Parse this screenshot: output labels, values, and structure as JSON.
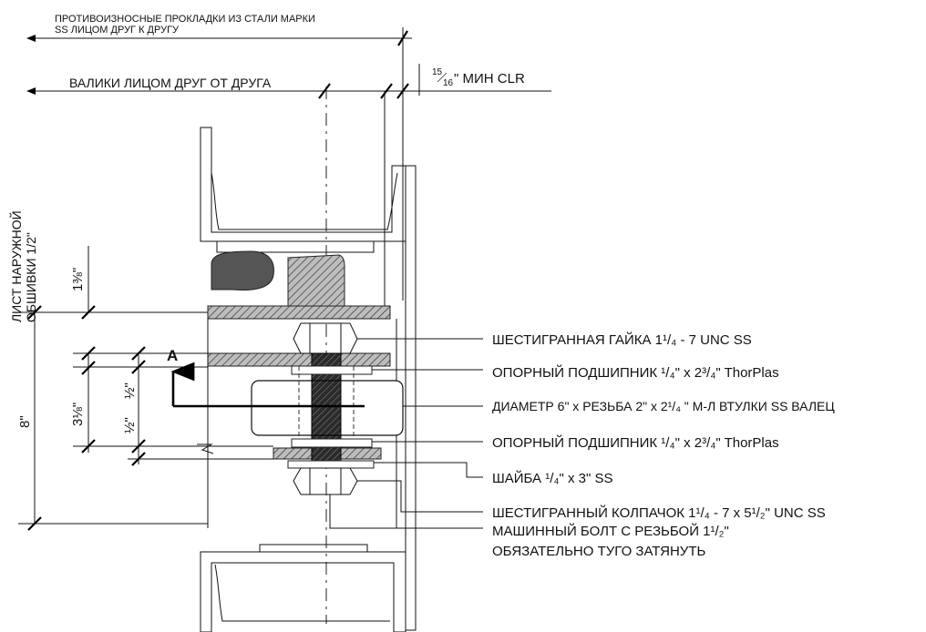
{
  "top_note": {
    "line1": "ПРОТИВОИЗНОСНЫЕ ПРОКЛАДКИ ИЗ СТАЛИ МАРКИ",
    "line2": "SS ЛИЦОМ ДРУГ К ДРУГУ"
  },
  "rollers_note": "ВАЛИКИ ЛИЦОМ ДРУГ ОТ ДРУГА",
  "clearance": {
    "num": "15",
    "den": "16",
    "text": "\" МИН CLR"
  },
  "side_note": {
    "line1": "ЛИСТ НАРУЖНОЙ",
    "line2": "ОБШИВКИ 1/2\""
  },
  "dims": {
    "d_1_3_8": "1⅜\"",
    "d_3_1_8": "3⅛\"",
    "d_half_a": "½\"",
    "d_half_b": "½\"",
    "d_8": "8\""
  },
  "section_marker": "A",
  "callouts": [
    "ШЕСТИГРАННАЯ ГАЙКА 1¹/₄ - 7 UNC SS",
    "ОПОРНЫЙ ПОДШИПНИК ¹/₄\" x 2³/₄\" ThorPlas",
    "ДИАМЕТР 6\" x РЕЗЬБА 2\" x 2¹/₄ \" М-Л ВТУЛКИ SS ВАЛЕЦ",
    "ОПОРНЫЙ ПОДШИПНИК ¹/₄\" x 2³/₄\" ThorPlas",
    "ШАЙБА ¹/₄\" x 3\" SS",
    "ШЕСТИГРАННЫЙ КОЛПАЧОК 1¹/₄ - 7 x 5¹/₂\" UNC SS"
  ],
  "bolt_note": {
    "line1": "МАШИННЫЙ БОЛТ С РЕЗЬБОЙ 1¹/₂\"",
    "line2": "ОБЯЗАТЕЛЬНО ТУГО ЗАТЯНУТЬ"
  }
}
